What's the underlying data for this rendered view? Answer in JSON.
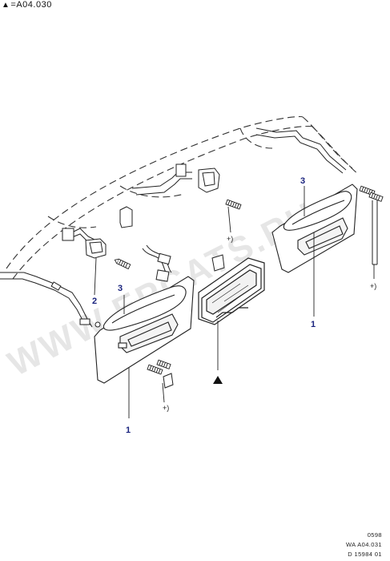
{
  "header": {
    "symbol": "▲",
    "text": "=A04.030"
  },
  "callouts": {
    "visor_left": "1",
    "visor_right": "1",
    "clip": "2",
    "mirror_left": "3",
    "mirror_right": "3",
    "plus_left": "+)",
    "plus_middle": "+)",
    "plus_right": "+)"
  },
  "footer": {
    "line1": "0598",
    "line2": "WA A04.031",
    "line3": "D 15984 01"
  },
  "watermark": "WWW.EPCATS.RU",
  "colors": {
    "callout_number": "#1a237e",
    "line": "#222222",
    "dash": "#333333"
  }
}
